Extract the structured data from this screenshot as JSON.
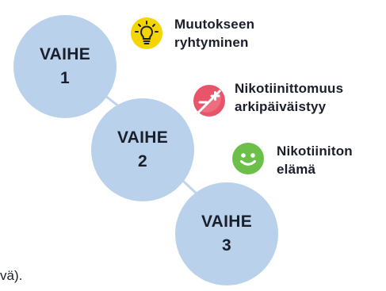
{
  "colors": {
    "circle": "#b9d1eb",
    "connector": "#bed5ec",
    "text": "#1a1f2b",
    "lightbulb_icon_bg": "#f5d500",
    "plus_minus_icon_bg": "#e8546a",
    "smiley_icon_bg": "#6cc04a"
  },
  "phases": [
    {
      "label": "VAIHE",
      "number": "1"
    },
    {
      "label": "VAIHE",
      "number": "2"
    },
    {
      "label": "VAIHE",
      "number": "3"
    }
  ],
  "stages": [
    {
      "icon": "lightbulb-icon",
      "lines": [
        "Muutokseen",
        "ryhtyminen"
      ]
    },
    {
      "icon": "plus-minus-icon",
      "lines": [
        "Nikotiinittomuus",
        "arkipäiväistyy"
      ]
    },
    {
      "icon": "smiley-icon",
      "lines": [
        "Nikotiiniton",
        "elämä"
      ]
    }
  ],
  "clipped_caption": "vä)."
}
